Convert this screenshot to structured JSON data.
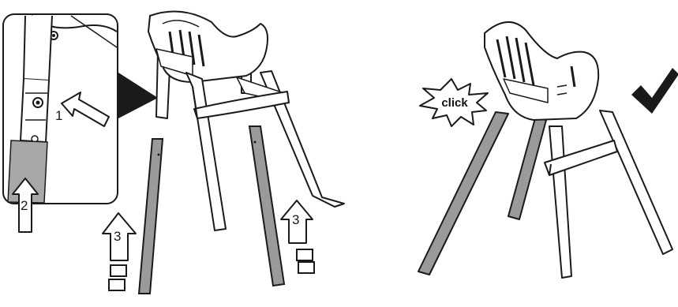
{
  "steps": {
    "step1": "1",
    "step2": "2",
    "step3_left": "3",
    "step3_right": "3"
  },
  "click_label": "click",
  "icons": {
    "confirm": "checkmark-icon",
    "push": "arrow-up-icon",
    "press": "arrow-left-icon",
    "sound": "click-burst-icon"
  },
  "colors": {
    "line": "#1a1a1a",
    "leg_fill": "#9a9a9a",
    "detail_fill": "#a8a8a8",
    "seat_fill": "#ffffff"
  }
}
